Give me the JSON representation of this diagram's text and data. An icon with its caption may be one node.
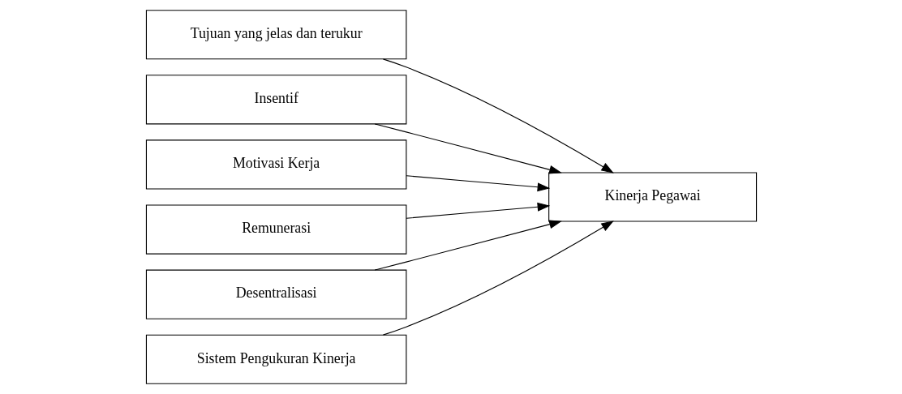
{
  "diagram": {
    "nodes": [
      {
        "text": [
          "Tujuan yang jelas dan terukur"
        ]
      },
      {
        "text": [
          "Insentif"
        ]
      },
      {
        "text": [
          "Motivasi Kerja"
        ]
      },
      {
        "text": [
          "Remunerasi"
        ]
      },
      {
        "text": [
          "Desentralisasi"
        ]
      },
      {
        "text": [
          "Sistem Pengukuran Kinerja"
        ]
      },
      {
        "text": [
          "Kinerja Pegawai"
        ]
      }
    ],
    "edges": [
      {
        "from": 0,
        "to": 6,
        "arrow": "to"
      },
      {
        "from": 1,
        "to": 6,
        "arrow": "to"
      },
      {
        "from": 2,
        "to": 6,
        "arrow": "to"
      },
      {
        "from": 3,
        "to": 6,
        "arrow": "to"
      },
      {
        "from": 4,
        "to": 6,
        "arrow": "to"
      },
      {
        "from": 5,
        "to": 6,
        "arrow": "to"
      }
    ]
  }
}
